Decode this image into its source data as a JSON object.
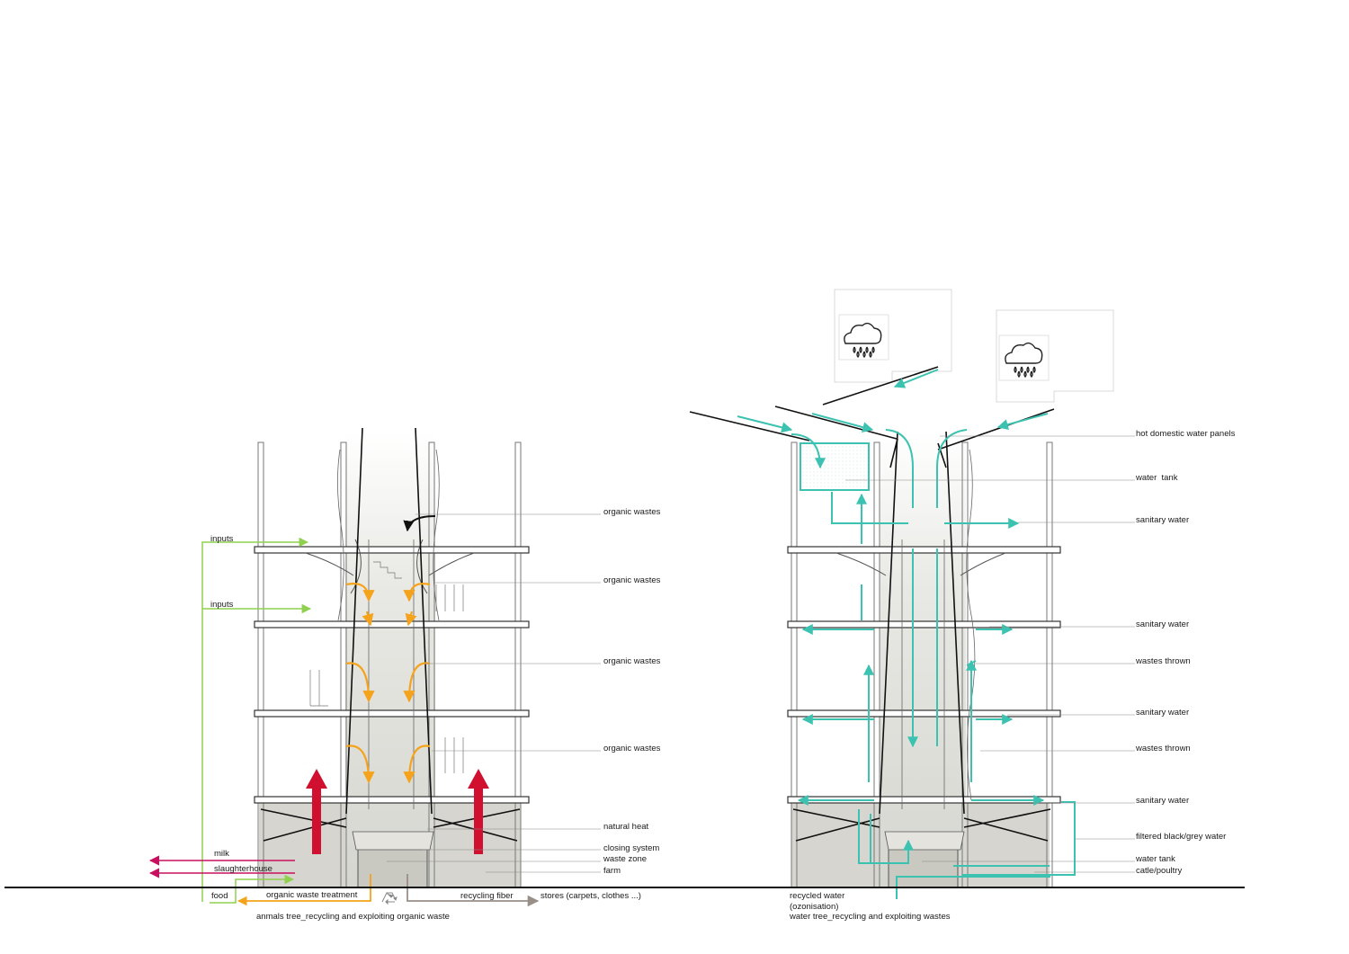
{
  "left_diagram": {
    "labels": {
      "organic_wastes_1": "organic wastes",
      "organic_wastes_2": "organic wastes",
      "organic_wastes_3": "organic wastes",
      "organic_wastes_4": "organic wastes",
      "natural_heat": "natural heat",
      "closing_system": "closing system",
      "waste_zone": "waste zone",
      "farm": "farm",
      "inputs_1": "inputs",
      "inputs_2": "inputs",
      "milk": "milk",
      "slaughterhouse": "slaughterhouse",
      "food": "food",
      "organic_waste_treatment": "organic waste treatment",
      "recycling_fiber": "recycling fiber",
      "stores": "stores (carpets, clothes ...)"
    },
    "caption": "anmals tree_recycling and exploiting organic waste"
  },
  "right_diagram": {
    "labels": {
      "hot_domestic_water_panels": "hot domestic water panels",
      "water_tank_top": "water  tank",
      "sanitary_water_1": "sanitary water",
      "sanitary_water_2": "sanitary water",
      "wastes_thrown_1": "wastes thrown",
      "sanitary_water_3": "sanitary water",
      "wastes_thrown_2": "wastes thrown",
      "sanitary_water_4": "sanitary water",
      "filtered_water": "filtered black/grey water",
      "water_tank_bottom": "water tank",
      "catle_poultry": "catle/poultry",
      "recycled_water": "recycled water",
      "ozonisation": "(ozonisation)"
    },
    "caption": "water tree_recycling and exploiting wastes"
  },
  "icons": [
    "recycle-icon",
    "rain-cloud-icon",
    "rain-cloud-icon"
  ],
  "colors": {
    "inputs_green": "#8fd14f",
    "organic_orange": "#f5a31a",
    "heat_red": "#d0102e",
    "export_magenta": "#c8105e",
    "fiber_grey": "#9a8f86",
    "water_teal": "#3cc2b0",
    "structure_grey": "#d6d5cf"
  }
}
